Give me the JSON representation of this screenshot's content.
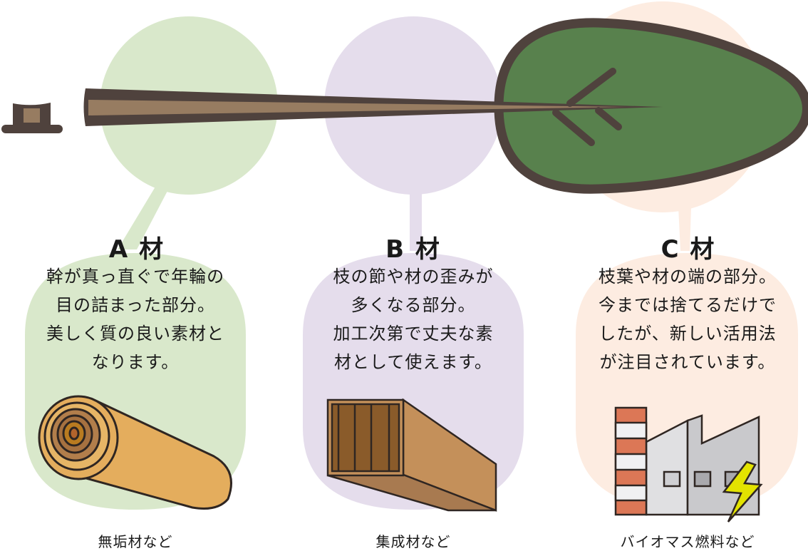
{
  "colors": {
    "outline": "#4f423d",
    "branch_fill": "#977c61",
    "leaf": "#58814d",
    "a_bg": "#d9e8cb",
    "b_bg": "#e5ddec",
    "c_bg": "#fdece1",
    "log": "#e4ad5d",
    "beam": "#c4905a",
    "factory_gray": "#d4d4d6",
    "chimney_red": "#dc7756",
    "bolt": "#e3e300"
  },
  "sections": [
    {
      "title": "A 材",
      "description": "幹が真っ直ぐで年輪の\n目の詰まった部分。\n美しく質の良い素材と\nなります。",
      "caption": "無垢材など",
      "icon": "log-icon"
    },
    {
      "title": "B 材",
      "description": "枝の節や材の歪みが\n多くなる部分。\n加工次第で丈夫な素\n材として使えます。",
      "caption": "集成材など",
      "icon": "laminated-beam-icon"
    },
    {
      "title": "C 材",
      "description": "枝葉や材の端の部分。\n今までは捨てるだけで\nしたが、新しい活用法\nが注目されています。",
      "caption": "バイオマス燃料など",
      "icon": "factory-power-icon"
    }
  ]
}
